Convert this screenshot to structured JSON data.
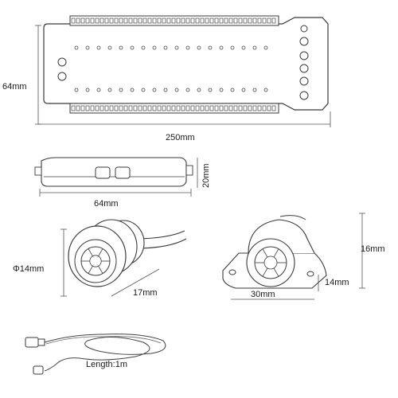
{
  "controller_top_view": {
    "width_label": "250mm",
    "height_label": "64mm"
  },
  "controller_side_view": {
    "width_label": "64mm",
    "height_label": "20mm"
  },
  "round_sensor": {
    "diameter_label": "Φ14mm",
    "length_label": "17mm"
  },
  "bracket_sensor": {
    "width_label": "30mm",
    "depth_label": "14mm",
    "height_label": "16mm"
  },
  "cable": {
    "length_label": "Length:1m"
  },
  "colors": {
    "line": "#3a3a3a",
    "dimension_line": "#555555",
    "hole": "#444444",
    "watermark": "#dcdcdc"
  }
}
